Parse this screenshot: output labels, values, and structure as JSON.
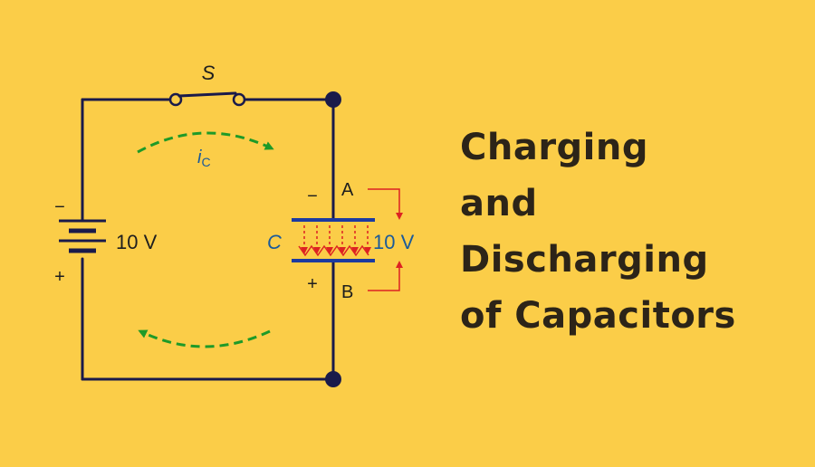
{
  "colors": {
    "background": "#fbcd48",
    "wire": "#1a1a4a",
    "plate": "#1c3aa0",
    "current_arrow": "#1e9a28",
    "field_arrow": "#dd2222",
    "title_text": "#2c2418",
    "label_text": "#1e1e1e",
    "accent_label": "#1a5a9a"
  },
  "circuit": {
    "switch_label": "S",
    "current_label_main": "i",
    "current_label_sub": "C",
    "battery_minus": "−",
    "battery_plus": "+",
    "battery_voltage": "10 V",
    "capacitor_label": "C",
    "capacitor_minus": "−",
    "capacitor_plus": "+",
    "node_a": "A",
    "node_b": "B",
    "capacitor_voltage": "10 V"
  },
  "title": {
    "lines": [
      "Charging",
      "and",
      "Discharging",
      "of Capacitors"
    ]
  }
}
